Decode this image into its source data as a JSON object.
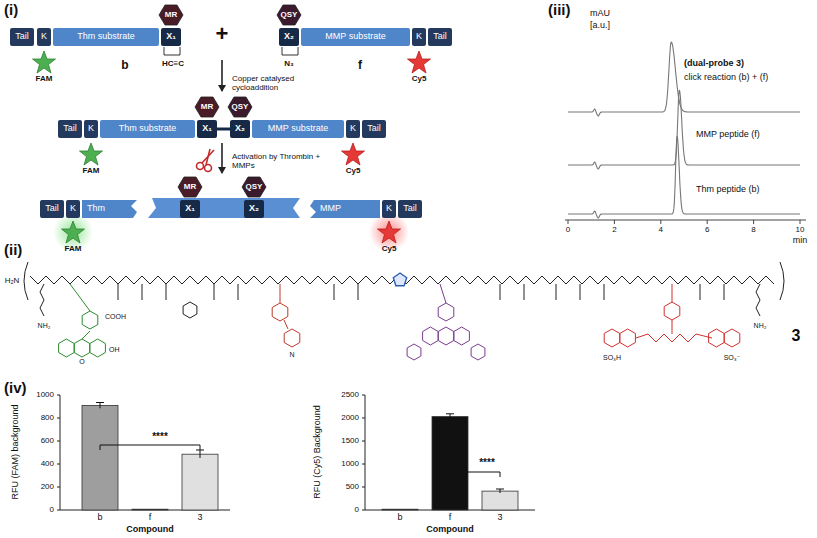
{
  "diagram": {
    "nodes": [
      {
        "text": [
          "Tail"
        ]
      },
      {
        "text": [
          "K"
        ]
      },
      {
        "text": [
          "Thm substrate"
        ]
      },
      {
        "text": [
          "X₁"
        ]
      },
      {
        "text": [
          "MR"
        ]
      },
      {
        "text": [
          "FAM"
        ]
      },
      {
        "text": [
          "QSY"
        ]
      },
      {
        "text": [
          "X₂"
        ]
      },
      {
        "text": [
          "MMP substrate"
        ]
      },
      {
        "text": [
          "K"
        ]
      },
      {
        "text": [
          "Tail"
        ]
      },
      {
        "text": [
          "Cy5"
        ]
      },
      {
        "text": [
          "Tail"
        ]
      },
      {
        "text": [
          "K"
        ]
      },
      {
        "text": [
          "Thm substrate"
        ]
      },
      {
        "text": [
          "X₁"
        ]
      },
      {
        "text": [
          "MR"
        ]
      },
      {
        "text": [
          "QSY"
        ]
      },
      {
        "text": [
          "X₂"
        ]
      },
      {
        "text": [
          "MMP substrate"
        ]
      },
      {
        "text": [
          "K"
        ]
      },
      {
        "text": [
          "Tail"
        ]
      },
      {
        "text": [
          "FAM"
        ]
      },
      {
        "text": [
          "Cy5"
        ]
      },
      {
        "text": [
          "Tail"
        ]
      },
      {
        "text": [
          "K"
        ]
      },
      {
        "text": [
          "Thm"
        ]
      },
      {
        "text": [
          "X₁"
        ]
      },
      {
        "text": [
          "MR"
        ]
      },
      {
        "text": [
          "X₂"
        ]
      },
      {
        "text": [
          "QSY"
        ]
      },
      {
        "text": [
          "MMP"
        ]
      },
      {
        "text": [
          "K"
        ]
      },
      {
        "text": [
          "Tail"
        ]
      },
      {
        "text": [
          "FAM"
        ]
      },
      {
        "text": [
          "Cy5"
        ]
      }
    ],
    "labels": [
      "(i)",
      "b",
      "HC≡C",
      "+",
      "N₃",
      "f",
      "Copper catalysed cycloaddition",
      "Activation by Thrombin + MMPs",
      "(ii)",
      "(iii)",
      "mAU",
      "[a.u.]",
      "(dual-probe 3)",
      "click reaction (b) + (f)",
      "MMP peptide (f)",
      "Thm peptide (b)",
      "0",
      "2",
      "4",
      "6",
      "8",
      "10",
      "min",
      "(iv)",
      "RFU (FAM) background",
      "0",
      "200",
      "400",
      "600",
      "800",
      "1000",
      "****",
      "b",
      "f",
      "3",
      "Compound",
      "RFU (Cy5) Background",
      "0",
      "500",
      "1000",
      "1500",
      "2000",
      "2500",
      "****",
      "b",
      "f",
      "3",
      "Compound",
      "H₂N",
      "NH₂",
      "COOH",
      "OH",
      "O",
      "N",
      "SO₃H",
      "SO₃⁻",
      "3",
      "NH₂"
    ]
  }
}
